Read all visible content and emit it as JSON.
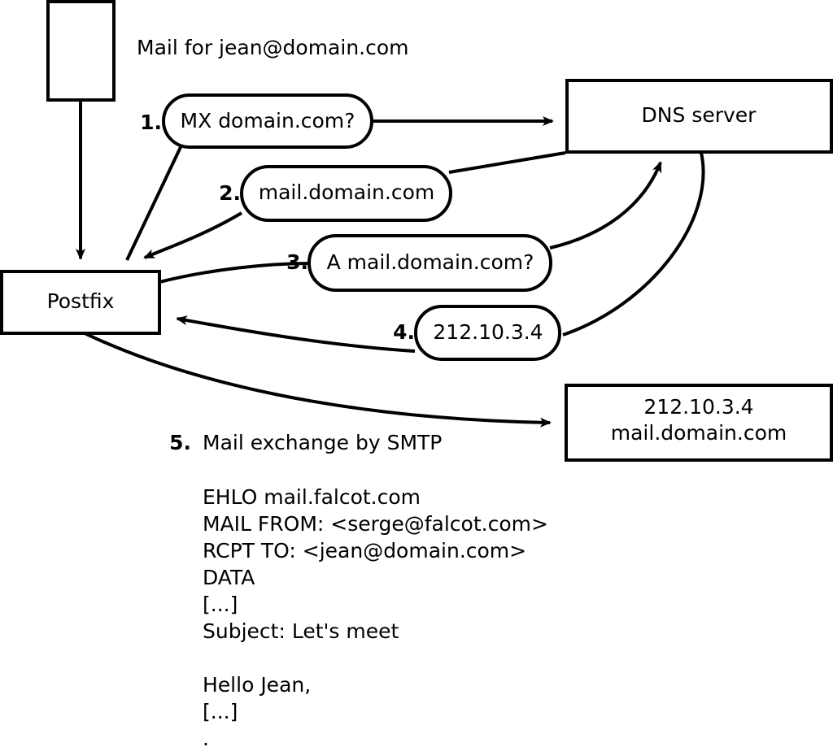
{
  "diagram": {
    "title_caption": "Mail for jean@domain.com",
    "nodes": {
      "client": {
        "label": ""
      },
      "postfix": {
        "label": "Postfix"
      },
      "dns_server": {
        "label": "DNS server"
      },
      "mail_server_line1": "212.10.3.4",
      "mail_server_line2": "mail.domain.com"
    },
    "steps": [
      {
        "num": "1.",
        "label": "MX domain.com?"
      },
      {
        "num": "2.",
        "label": "mail.domain.com"
      },
      {
        "num": "3.",
        "label": "A mail.domain.com?"
      },
      {
        "num": "4.",
        "label": "212.10.3.4"
      }
    ],
    "step5": {
      "num": "5.",
      "label": "Mail exchange by SMTP"
    },
    "smtp_transcript": [
      "EHLO mail.falcot.com",
      "MAIL FROM: <serge@falcot.com>",
      "RCPT TO: <jean@domain.com>",
      "DATA",
      "[...]",
      "Subject: Let's meet",
      "",
      "Hello Jean,",
      "[...]",
      "."
    ],
    "colors": {
      "stroke": "#000000",
      "fill": "#ffffff",
      "text": "#000000"
    }
  }
}
